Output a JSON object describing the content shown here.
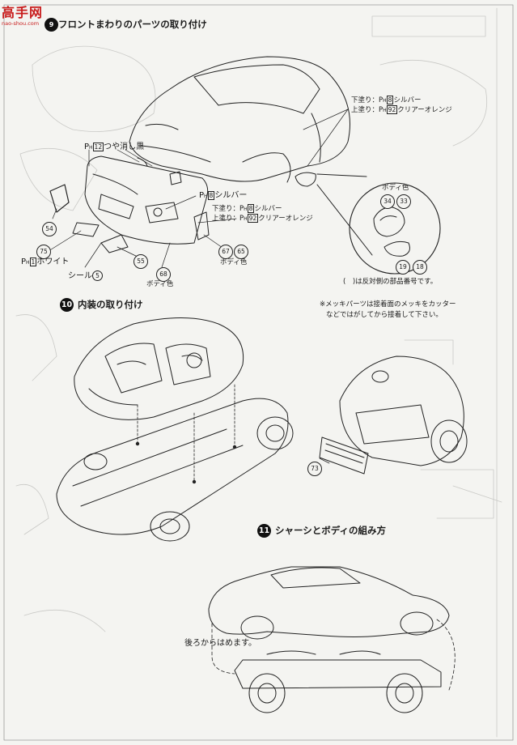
{
  "watermark": {
    "main": "高手网",
    "sub": "nao-shou.com"
  },
  "step9": {
    "title": "フロントまわりのパーツの取り付け"
  },
  "step10": {
    "number": "10",
    "title": "内装の取り付け"
  },
  "step11": {
    "number": "11",
    "title": "シャーシとボディの組み方"
  },
  "labels": {
    "matte_black": "つや消し黒",
    "silver": "シルバー",
    "undercoat": "下塗り：",
    "topcoat": "上塗り：",
    "clear_orange": "クリアーオレンジ",
    "white": "ホワイト",
    "seal": "シール",
    "body_color": "ボディ色",
    "paint_prefix": "P",
    "paint_sub": "H",
    "back_first": "後ろからはめます。"
  },
  "paint_numbers": {
    "matte_black": "12",
    "silver": "8",
    "clear_orange": "92",
    "white": "1"
  },
  "part_numbers": {
    "p54": "54",
    "p75": "75",
    "p55": "55",
    "p68": "68",
    "p67": "67",
    "p65": "65",
    "p34": "34",
    "p33": "33",
    "p19": "19",
    "p18": "18",
    "p73": "73",
    "seal5": "5"
  },
  "notes": {
    "parentheses": "(　)は反対側の部品番号です。",
    "plating_line1": "※メッキパーツは接着面のメッキをカッター",
    "plating_line2": "などではがしてから接着して下さい。"
  }
}
